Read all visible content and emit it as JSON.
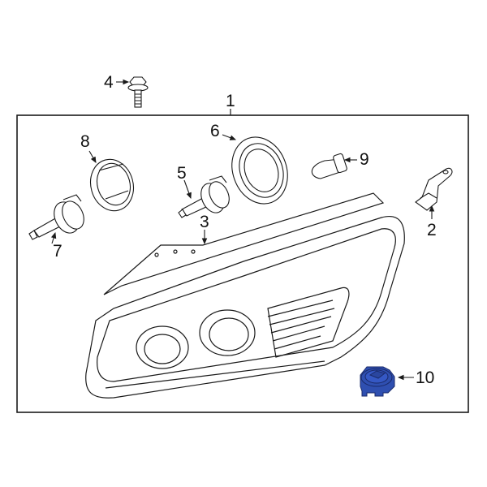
{
  "diagram": {
    "type": "exploded-parts-diagram",
    "subject": "Headlight assembly",
    "highlight_color": "#2f4fb0",
    "line_color": "#1a1a1a",
    "callouts": [
      {
        "id": "1",
        "label": "1",
        "part": "headlamp-assembly"
      },
      {
        "id": "2",
        "label": "2",
        "part": "mounting-bracket"
      },
      {
        "id": "3",
        "label": "3",
        "part": "trim-strip"
      },
      {
        "id": "4",
        "label": "4",
        "part": "bolt"
      },
      {
        "id": "5",
        "label": "5",
        "part": "bulb"
      },
      {
        "id": "6",
        "label": "6",
        "part": "bulb-cover"
      },
      {
        "id": "7",
        "label": "7",
        "part": "bulb"
      },
      {
        "id": "8",
        "label": "8",
        "part": "bulb-cover"
      },
      {
        "id": "9",
        "label": "9",
        "part": "bulb"
      },
      {
        "id": "10",
        "label": "10",
        "part": "socket-cap",
        "highlighted": true
      }
    ]
  }
}
